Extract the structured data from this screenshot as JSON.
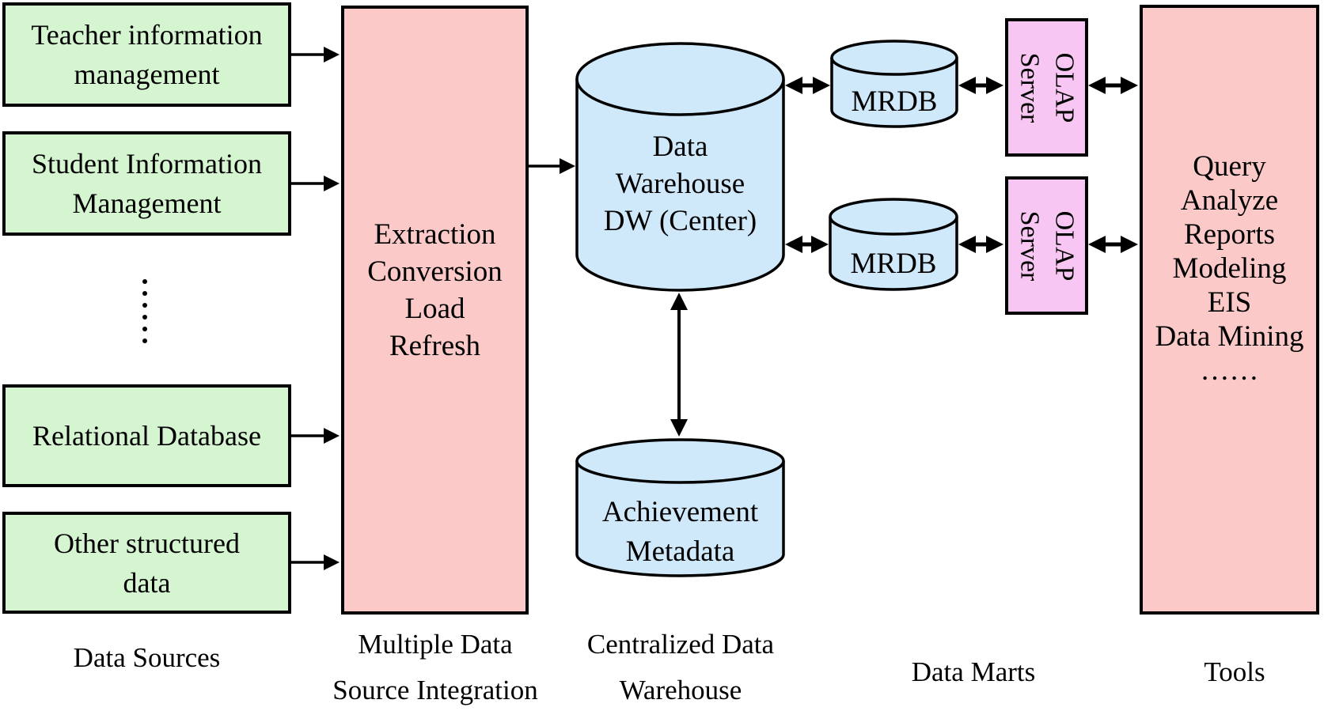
{
  "colors": {
    "source_green": "#d5f5d0",
    "process_pink": "#fbc9c7",
    "cylinder_blue": "#cfe9fb",
    "olap_magenta": "#f8c6f2",
    "line_black": "#000000"
  },
  "source_boxes": {
    "teacher": {
      "line1": "Teacher information",
      "line2": "management"
    },
    "student": {
      "line1": "Student Information",
      "line2": "Management"
    },
    "relational": {
      "line1": "Relational Database",
      "line2": ""
    },
    "other": {
      "line1": "Other structured",
      "line2": "data"
    }
  },
  "etl_box": {
    "line1": "Extraction",
    "line2": "Conversion",
    "line3": "Load",
    "line4": "Refresh"
  },
  "dw_cylinder": {
    "line1": "Data",
    "line2": "Warehouse",
    "line3": "DW (Center)"
  },
  "metadata_cylinder": {
    "line1": "Achievement",
    "line2": "Metadata"
  },
  "data_marts": {
    "mrdb_top": "MRDB",
    "mrdb_bottom": "MRDB",
    "olap_line1": "OLAP",
    "olap_line2": "Server"
  },
  "tools_box": {
    "line1": "Query",
    "line2": "Analyze",
    "line3": "Reports",
    "line4": "Modeling",
    "line5": "EIS",
    "line6": "Data Mining",
    "line7": "……"
  },
  "captions": {
    "data_sources": "Data Sources",
    "integration_line1": "Multiple Data",
    "integration_line2": "Source Integration",
    "warehouse_line1": "Centralized Data",
    "warehouse_line2": "Warehouse",
    "data_marts": "Data Marts",
    "tools": "Tools"
  }
}
